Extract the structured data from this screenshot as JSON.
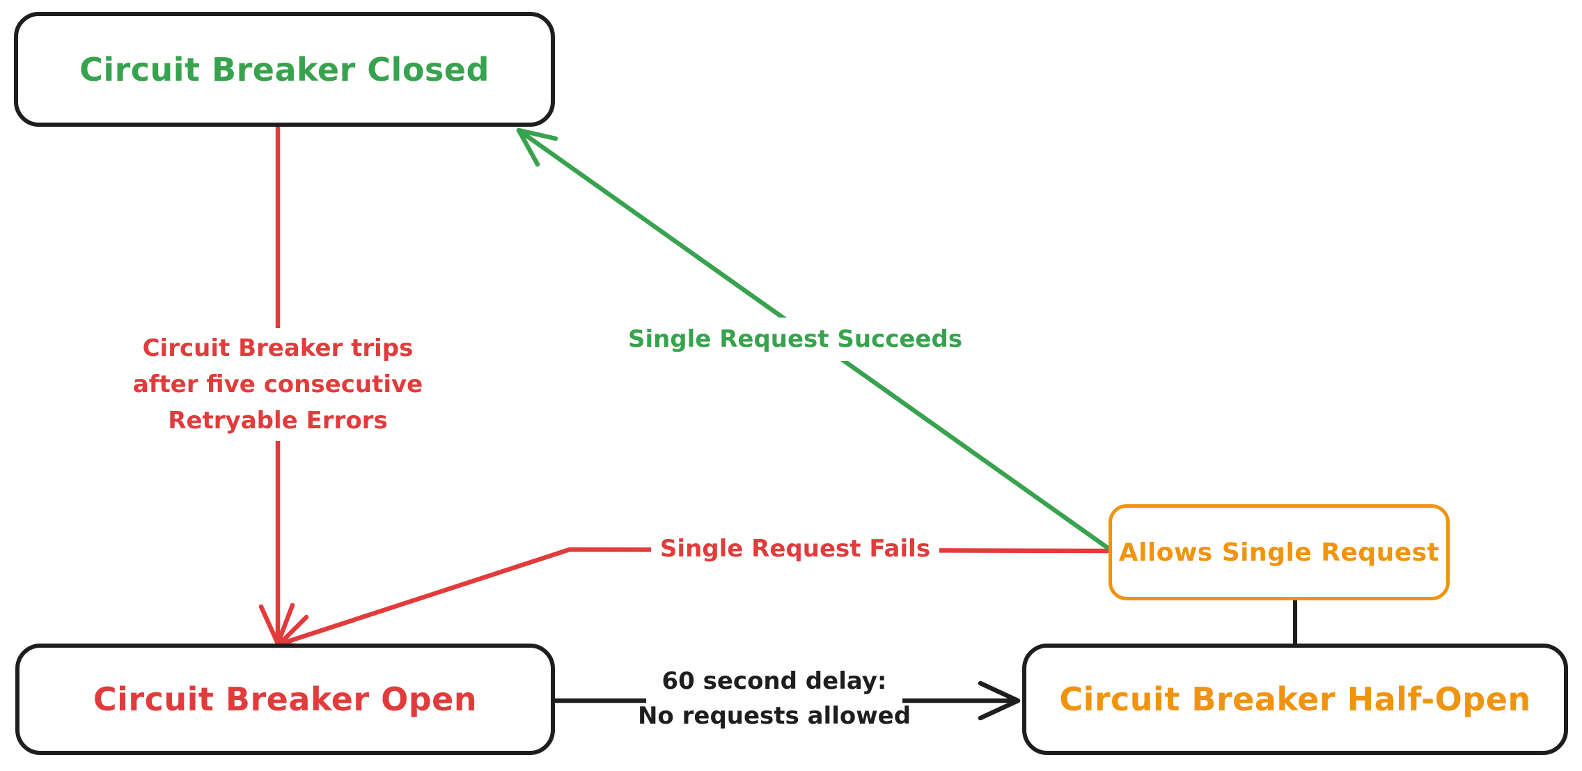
{
  "canvas": {
    "background": "#ffffff"
  },
  "colors": {
    "bg": "#ffffff",
    "ink": "#1e1e1e",
    "green": "#38a24e",
    "red": "#e23b3b",
    "orange": "#f0930e"
  },
  "nodes": {
    "closed": {
      "label": "Circuit Breaker Closed",
      "color": "green"
    },
    "open": {
      "label": "Circuit Breaker Open",
      "color": "red"
    },
    "half_open": {
      "label": "Circuit Breaker Half-Open",
      "color": "orange"
    },
    "allows": {
      "label": "Allows Single Request",
      "color": "orange"
    }
  },
  "edges": {
    "trips": {
      "from": "closed",
      "to": "open",
      "color": "red",
      "label_lines": [
        "Circuit Breaker trips",
        "after five consecutive",
        "Retryable Errors"
      ]
    },
    "succeeds": {
      "from": "allows",
      "to": "closed",
      "color": "green",
      "label": "Single Request Succeeds"
    },
    "fails": {
      "from": "allows",
      "to": "open",
      "color": "red",
      "label": "Single Request Fails"
    },
    "delay": {
      "from": "open",
      "to": "half_open",
      "color": "black",
      "label_lines": [
        "60 second delay:",
        "No requests allowed"
      ]
    },
    "half_open_to_allows": {
      "from": "half_open",
      "to": "allows",
      "color": "black",
      "label": ""
    }
  }
}
